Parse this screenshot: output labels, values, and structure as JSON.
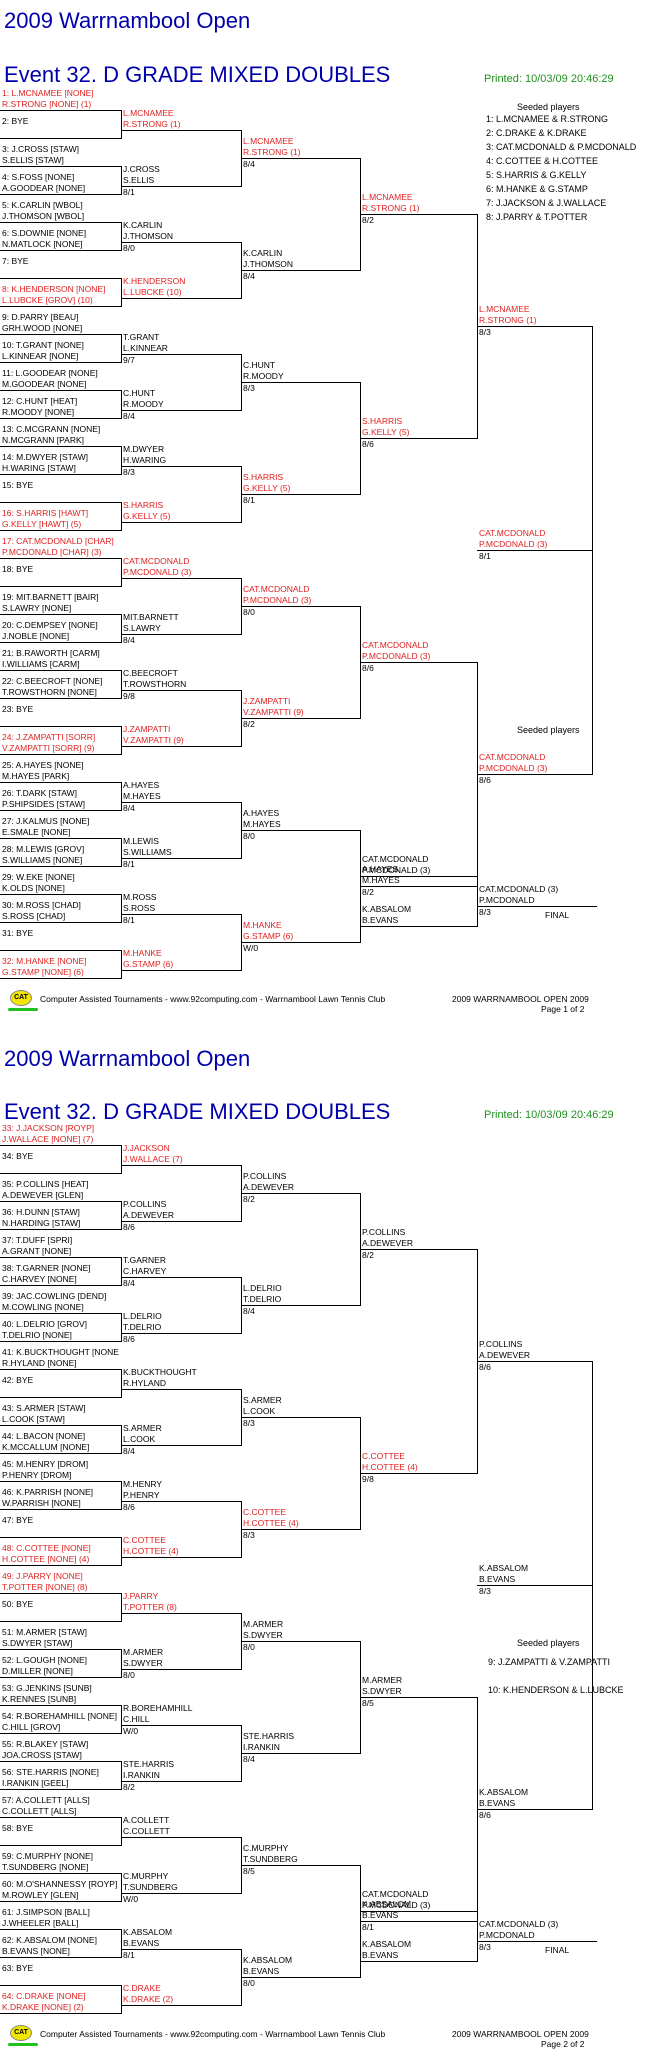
{
  "title": "2009 Warrnambool Open",
  "event": "Event 32. D GRADE MIXED DOUBLES",
  "printed": "Printed: 10/03/09 20:46:29",
  "seeded_title": "Seeded players",
  "footer": {
    "left": "Computer Assisted Tournaments - www.92computing.com -  Warrnambool Lawn Tennis Club",
    "right": "2009 WARRNAMBOOL OPEN 2009",
    "page1": "Page 1 of 2",
    "page2": "Page 2 of 2",
    "logo": "CAT"
  },
  "final_label": "FINAL",
  "p1": {
    "entries": [
      {
        "a": "1: L.MCNAMEE [NONE]",
        "b": "R.STRONG [NONE] (1)",
        "red": true
      },
      {
        "a": "2: BYE",
        "b": ""
      },
      {
        "a": "3: J.CROSS [STAW]",
        "b": "S.ELLIS [STAW]"
      },
      {
        "a": "4: S.FOSS [NONE]",
        "b": "A.GOODEAR [NONE]"
      },
      {
        "a": "5: K.CARLIN [WBOL]",
        "b": "J.THOMSON [WBOL]"
      },
      {
        "a": "6: S.DOWNIE [NONE]",
        "b": "N.MATLOCK [NONE]"
      },
      {
        "a": "7: BYE",
        "b": ""
      },
      {
        "a": "8: K.HENDERSON [NONE]",
        "b": "L.LUBCKE [GROV] (10)",
        "red": true
      },
      {
        "a": "9: D.PARRY [BEAU]",
        "b": "GRH.WOOD [NONE]"
      },
      {
        "a": "10: T.GRANT [NONE]",
        "b": "L.KINNEAR [NONE]"
      },
      {
        "a": "11: L.GOODEAR [NONE]",
        "b": "M.GOODEAR [NONE]"
      },
      {
        "a": "12: C.HUNT [HEAT]",
        "b": "R.MOODY [NONE]"
      },
      {
        "a": "13: C.MCGRANN [NONE]",
        "b": "N.MCGRANN [PARK]"
      },
      {
        "a": "14: M.DWYER [STAW]",
        "b": "H.WARING [STAW]"
      },
      {
        "a": "15: BYE",
        "b": ""
      },
      {
        "a": "16: S.HARRIS [HAWT]",
        "b": "G.KELLY [HAWT] (5)",
        "red": true
      },
      {
        "a": "17: CAT.MCDONALD [CHAR]",
        "b": "P.MCDONALD [CHAR] (3)",
        "red": true
      },
      {
        "a": "18: BYE",
        "b": ""
      },
      {
        "a": "19: MIT.BARNETT [BAIR]",
        "b": "S.LAWRY [NONE]"
      },
      {
        "a": "20: C.DEMPSEY [NONE]",
        "b": "J.NOBLE [NONE]"
      },
      {
        "a": "21: B.RAWORTH [CARM]",
        "b": "I.WILLIAMS [CARM]"
      },
      {
        "a": "22: C.BEECROFT [NONE]",
        "b": "T.ROWSTHORN [NONE]"
      },
      {
        "a": "23: BYE",
        "b": ""
      },
      {
        "a": "24: J.ZAMPATTI [SORR]",
        "b": "V.ZAMPATTI [SORR] (9)",
        "red": true
      },
      {
        "a": "25: A.HAYES [NONE]",
        "b": "M.HAYES [PARK]"
      },
      {
        "a": "26: T.DARK [STAW]",
        "b": "P.SHIPSIDES [STAW]"
      },
      {
        "a": "27: J.KALMUS [NONE]",
        "b": "E.SMALE [NONE]"
      },
      {
        "a": "28: M.LEWIS [GROV]",
        "b": "S.WILLIAMS [NONE]"
      },
      {
        "a": "29: W.EKE [NONE]",
        "b": "K.OLDS [NONE]"
      },
      {
        "a": "30: M.ROSS [CHAD]",
        "b": "S.ROSS [CHAD]"
      },
      {
        "a": "31: BYE",
        "b": ""
      },
      {
        "a": "32: M.HANKE [NONE]",
        "b": "G.STAMP [NONE] (6)",
        "red": true
      }
    ],
    "r2": [
      {
        "a": "L.MCNAMEE",
        "b": "R.STRONG (1)",
        "s": "",
        "red": true
      },
      {
        "a": "J.CROSS",
        "b": "S.ELLIS",
        "s": "8/1"
      },
      {
        "a": "K.CARLIN",
        "b": "J.THOMSON",
        "s": "8/0"
      },
      {
        "a": "K.HENDERSON",
        "b": "L.LUBCKE (10)",
        "s": "",
        "red": true
      },
      {
        "a": "T.GRANT",
        "b": "L.KINNEAR",
        "s": "9/7"
      },
      {
        "a": "C.HUNT",
        "b": "R.MOODY",
        "s": "8/4"
      },
      {
        "a": "M.DWYER",
        "b": "H.WARING",
        "s": "8/3"
      },
      {
        "a": "S.HARRIS",
        "b": "G.KELLY (5)",
        "s": "",
        "red": true
      },
      {
        "a": "CAT.MCDONALD",
        "b": "P.MCDONALD (3)",
        "s": "",
        "red": true
      },
      {
        "a": "MIT.BARNETT",
        "b": "S.LAWRY",
        "s": "8/4"
      },
      {
        "a": "C.BEECROFT",
        "b": "T.ROWSTHORN",
        "s": "9/8"
      },
      {
        "a": "J.ZAMPATTI",
        "b": "V.ZAMPATTI (9)",
        "s": "",
        "red": true
      },
      {
        "a": "A.HAYES",
        "b": "M.HAYES",
        "s": "8/4"
      },
      {
        "a": "M.LEWIS",
        "b": "S.WILLIAMS",
        "s": "8/1"
      },
      {
        "a": "M.ROSS",
        "b": "S.ROSS",
        "s": "8/1"
      },
      {
        "a": "M.HANKE",
        "b": "G.STAMP (6)",
        "s": "",
        "red": true
      }
    ],
    "r3": [
      {
        "a": "L.MCNAMEE",
        "b": "R.STRONG (1)",
        "s": "8/4",
        "red": true
      },
      {
        "a": "K.CARLIN",
        "b": "J.THOMSON",
        "s": "8/4"
      },
      {
        "a": "C.HUNT",
        "b": "R.MOODY",
        "s": "8/3"
      },
      {
        "a": "S.HARRIS",
        "b": "G.KELLY (5)",
        "s": "8/1",
        "red": true
      },
      {
        "a": "CAT.MCDONALD",
        "b": "P.MCDONALD (3)",
        "s": "8/0",
        "red": true
      },
      {
        "a": "J.ZAMPATTI",
        "b": "V.ZAMPATTI (9)",
        "s": "8/2",
        "red": true
      },
      {
        "a": "A.HAYES",
        "b": "M.HAYES",
        "s": "8/0"
      },
      {
        "a": "M.HANKE",
        "b": "G.STAMP (6)",
        "s": "W/0",
        "red": true
      }
    ],
    "r4": [
      {
        "a": "L.MCNAMEE",
        "b": "R.STRONG (1)",
        "s": "8/2",
        "red": true
      },
      {
        "a": "S.HARRIS",
        "b": "G.KELLY (5)",
        "s": "8/6",
        "red": true
      },
      {
        "a": "CAT.MCDONALD",
        "b": "P.MCDONALD (3)",
        "s": "8/6",
        "red": true
      },
      {
        "a": "A.HAYES",
        "b": "M.HAYES",
        "s": "8/2"
      }
    ],
    "r5": [
      {
        "a": "L.MCNAMEE",
        "b": "R.STRONG (1)",
        "s": "8/3",
        "red": true
      },
      {
        "a": "CAT.MCDONALD",
        "b": "P.MCDONALD (3)",
        "s": "8/6",
        "red": true
      }
    ],
    "r6": {
      "a": "CAT.MCDONALD",
      "b": "P.MCDONALD (3)",
      "s": "8/1",
      "red": true
    },
    "sf": {
      "a": "CAT.MCDONALD",
      "b": "P.MCDONALD (3)"
    },
    "opp": {
      "a": "K.ABSALOM",
      "b": "B.EVANS"
    },
    "champ": {
      "a": "CAT.MCDONALD (3)",
      "b": "P.MCDONALD",
      "s": "8/3"
    },
    "seeds": [
      "1: L.MCNAMEE & R.STRONG",
      "2: C.DRAKE & K.DRAKE",
      "3: CAT.MCDONALD & P.MCDONALD",
      "4: C.COTTEE & H.COTTEE",
      "5: S.HARRIS & G.KELLY",
      "6: M.HANKE & G.STAMP",
      "7: J.JACKSON & J.WALLACE",
      "8: J.PARRY & T.POTTER"
    ]
  },
  "p2": {
    "entries": [
      {
        "a": "33: J.JACKSON [ROYP]",
        "b": "J.WALLACE [NONE] (7)",
        "red": true
      },
      {
        "a": "34: BYE",
        "b": ""
      },
      {
        "a": "35: P.COLLINS [HEAT]",
        "b": "A.DEWEVER [GLEN]"
      },
      {
        "a": "36: H.DUNN [STAW]",
        "b": "N.HARDING [STAW]"
      },
      {
        "a": "37: T.DUFF [SPRI]",
        "b": "A.GRANT [NONE]"
      },
      {
        "a": "38: T.GARNER [NONE]",
        "b": "C.HARVEY [NONE]"
      },
      {
        "a": "39: JAC.COWLING [DEND]",
        "b": "M.COWLING [NONE]"
      },
      {
        "a": "40: L.DELRIO [GROV]",
        "b": "T.DELRIO [NONE]"
      },
      {
        "a": "41: K.BUCKTHOUGHT [NONE]",
        "b": "R.HYLAND [NONE]"
      },
      {
        "a": "42: BYE",
        "b": ""
      },
      {
        "a": "43: S.ARMER [STAW]",
        "b": "L.COOK [STAW]"
      },
      {
        "a": "44: L.BACON [NONE]",
        "b": "K.MCCALLUM [NONE]"
      },
      {
        "a": "45: M.HENRY [DROM]",
        "b": "P.HENRY [DROM]"
      },
      {
        "a": "46: K.PARRISH [NONE]",
        "b": "W.PARRISH [NONE]"
      },
      {
        "a": "47: BYE",
        "b": ""
      },
      {
        "a": "48: C.COTTEE [NONE]",
        "b": "H.COTTEE [NONE] (4)",
        "red": true
      },
      {
        "a": "49: J.PARRY [NONE]",
        "b": "T.POTTER [NONE] (8)",
        "red": true
      },
      {
        "a": "50: BYE",
        "b": ""
      },
      {
        "a": "51: M.ARMER [STAW]",
        "b": "S.DWYER [STAW]"
      },
      {
        "a": "52: L.GOUGH [NONE]",
        "b": "D.MILLER [NONE]"
      },
      {
        "a": "53: G.JENKINS [SUNB]",
        "b": "K.RENNES [SUNB]"
      },
      {
        "a": "54: R.BOREHAMHILL [NONE]",
        "b": "C.HILL [GROV]"
      },
      {
        "a": "55: R.BLAKEY [STAW]",
        "b": "JOA.CROSS [STAW]"
      },
      {
        "a": "56: STE.HARRIS [NONE]",
        "b": "I.RANKIN [GEEL]"
      },
      {
        "a": "57: A.COLLETT [ALLS]",
        "b": "C.COLLETT [ALLS]"
      },
      {
        "a": "58: BYE",
        "b": ""
      },
      {
        "a": "59: C.MURPHY [NONE]",
        "b": "T.SUNDBERG [NONE]"
      },
      {
        "a": "60: M.O'SHANNESSY [ROYP]",
        "b": "M.ROWLEY [GLEN]"
      },
      {
        "a": "61: J.SIMPSON [BALL]",
        "b": "J.WHEELER [BALL]"
      },
      {
        "a": "62: K.ABSALOM [NONE]",
        "b": "B.EVANS [NONE]"
      },
      {
        "a": "63: BYE",
        "b": ""
      },
      {
        "a": "64: C.DRAKE [NONE]",
        "b": "K.DRAKE [NONE] (2)",
        "red": true
      }
    ],
    "r2": [
      {
        "a": "J.JACKSON",
        "b": "J.WALLACE (7)",
        "s": "",
        "red": true
      },
      {
        "a": "P.COLLINS",
        "b": "A.DEWEVER",
        "s": "8/6"
      },
      {
        "a": "T.GARNER",
        "b": "C.HARVEY",
        "s": "8/4"
      },
      {
        "a": "L.DELRIO",
        "b": "T.DELRIO",
        "s": "8/6"
      },
      {
        "a": "K.BUCKTHOUGHT",
        "b": "R.HYLAND",
        "s": ""
      },
      {
        "a": "S.ARMER",
        "b": "L.COOK",
        "s": "8/4"
      },
      {
        "a": "M.HENRY",
        "b": "P.HENRY",
        "s": "8/6"
      },
      {
        "a": "C.COTTEE",
        "b": "H.COTTEE (4)",
        "s": "",
        "red": true
      },
      {
        "a": "J.PARRY",
        "b": "T.POTTER (8)",
        "s": "",
        "red": true
      },
      {
        "a": "M.ARMER",
        "b": "S.DWYER",
        "s": "8/0"
      },
      {
        "a": "R.BOREHAMHILL",
        "b": "C.HILL",
        "s": "W/0"
      },
      {
        "a": "STE.HARRIS",
        "b": "I.RANKIN",
        "s": "8/2"
      },
      {
        "a": "A.COLLETT",
        "b": "C.COLLETT",
        "s": ""
      },
      {
        "a": "C.MURPHY",
        "b": "T.SUNDBERG",
        "s": "W/0"
      },
      {
        "a": "K.ABSALOM",
        "b": "B.EVANS",
        "s": "8/1"
      },
      {
        "a": "C.DRAKE",
        "b": "K.DRAKE (2)",
        "s": "",
        "red": true
      }
    ],
    "r3": [
      {
        "a": "P.COLLINS",
        "b": "A.DEWEVER",
        "s": "8/2"
      },
      {
        "a": "L.DELRIO",
        "b": "T.DELRIO",
        "s": "8/4"
      },
      {
        "a": "S.ARMER",
        "b": "L.COOK",
        "s": "8/3"
      },
      {
        "a": "C.COTTEE",
        "b": "H.COTTEE (4)",
        "s": "8/3",
        "red": true
      },
      {
        "a": "M.ARMER",
        "b": "S.DWYER",
        "s": "8/0"
      },
      {
        "a": "STE.HARRIS",
        "b": "I.RANKIN",
        "s": "8/4"
      },
      {
        "a": "C.MURPHY",
        "b": "T.SUNDBERG",
        "s": "8/5"
      },
      {
        "a": "K.ABSALOM",
        "b": "B.EVANS",
        "s": "8/0"
      }
    ],
    "r4": [
      {
        "a": "P.COLLINS",
        "b": "A.DEWEVER",
        "s": "8/2"
      },
      {
        "a": "C.COTTEE",
        "b": "H.COTTEE (4)",
        "s": "9/8",
        "red": true
      },
      {
        "a": "M.ARMER",
        "b": "S.DWYER",
        "s": "8/5"
      },
      {
        "a": "K.ABSALOM",
        "b": "B.EVANS",
        "s": "8/1"
      }
    ],
    "r5": [
      {
        "a": "P.COLLINS",
        "b": "A.DEWEVER",
        "s": "8/6"
      },
      {
        "a": "K.ABSALOM",
        "b": "B.EVANS",
        "s": "8/6"
      }
    ],
    "r6": {
      "a": "K.ABSALOM",
      "b": "B.EVANS",
      "s": "8/3"
    },
    "sf": {
      "a": "CAT.MCDONALD",
      "b": "P.MCDONALD (3)"
    },
    "opp": {
      "a": "K.ABSALOM",
      "b": "B.EVANS"
    },
    "champ": {
      "a": "CAT.MCDONALD (3)",
      "b": "P.MCDONALD",
      "s": "8/3"
    },
    "seeds": [
      "9: J.ZAMPATTI & V.ZAMPATTI",
      "10: K.HENDERSON & L.LUBCKE"
    ]
  }
}
